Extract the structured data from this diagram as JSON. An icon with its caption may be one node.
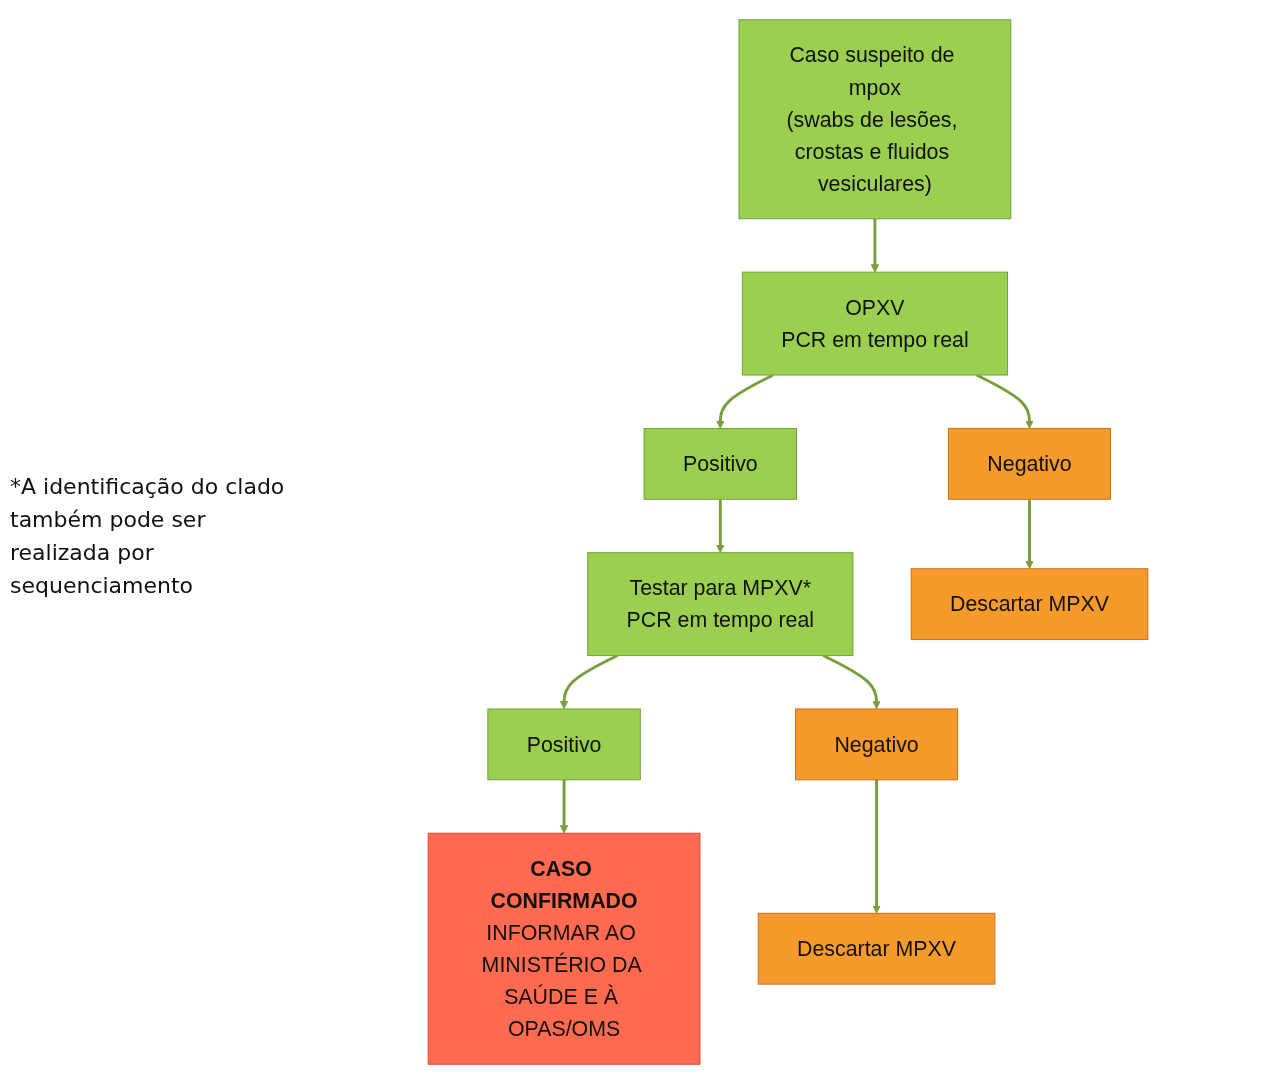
{
  "diagram": {
    "nodes": [
      {
        "text": [
          "Caso suspeito de mpox",
          "(swabs de lesões, crostas e fluidos vesiculares)"
        ]
      },
      {
        "text": [
          "OPXV",
          "PCR em tempo real"
        ]
      },
      {
        "text": [
          "Positivo"
        ]
      },
      {
        "text": [
          "Negativo"
        ]
      },
      {
        "text": [
          "Testar para MPXV*",
          "PCR em tempo real"
        ]
      },
      {
        "text": [
          "Descartar MPXV"
        ]
      },
      {
        "text": [
          "Positivo"
        ]
      },
      {
        "text": [
          "Negativo"
        ]
      },
      {
        "text": [
          "CASO CONFIRMADO",
          "INFORMAR AO MINISTÉRIO DA SAÚDE E À OPAS/OMS"
        ]
      },
      {
        "text": [
          "Descartar MPXV"
        ]
      }
    ],
    "edges": [
      {
        "from": 0,
        "to": 1,
        "arrow": "to"
      },
      {
        "from": 1,
        "to": 2,
        "arrow": "to"
      },
      {
        "from": 1,
        "to": 3,
        "arrow": "to"
      },
      {
        "from": 2,
        "to": 4,
        "arrow": "to"
      },
      {
        "from": 3,
        "to": 5,
        "arrow": "to"
      },
      {
        "from": 4,
        "to": 6,
        "arrow": "to"
      },
      {
        "from": 4,
        "to": 7,
        "arrow": "to"
      },
      {
        "from": 6,
        "to": 8,
        "arrow": "to"
      },
      {
        "from": 7,
        "to": 9,
        "arrow": "to"
      }
    ],
    "labels": [
      "*A identificação do clado também pode ser realizada por sequenciamento"
    ]
  }
}
